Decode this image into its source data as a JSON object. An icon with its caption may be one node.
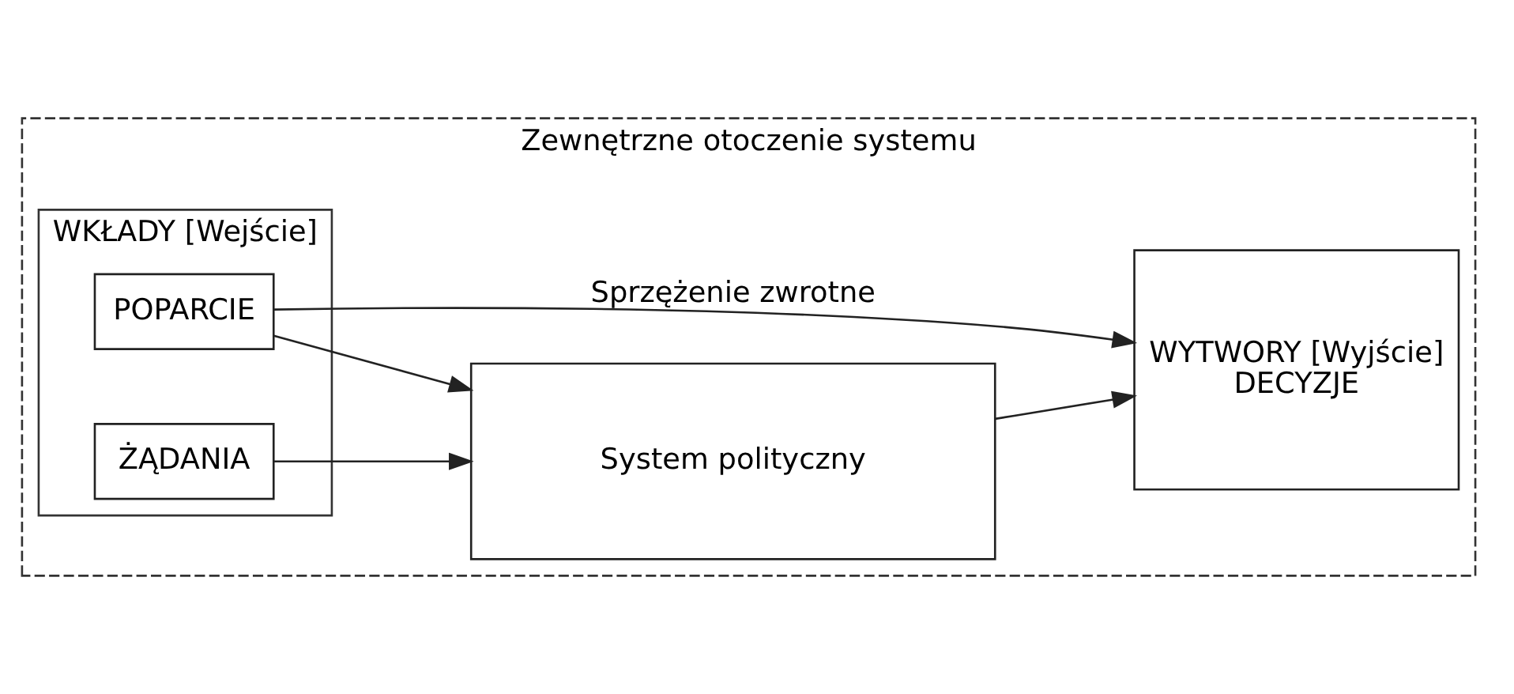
{
  "diagram": {
    "nodes": [
      {
        "text": [
          "Zewnętrzne otoczenie systemu"
        ]
      },
      {
        "text": [
          "WKŁADY [Wejście]"
        ],
        "in": 0
      },
      {
        "text": [
          "ŻĄDANIA"
        ],
        "in": 1
      },
      {
        "text": [
          "POPARCIE"
        ],
        "in": 1
      },
      {
        "text": [
          "System polityczny"
        ],
        "in": 0
      },
      {
        "text": [
          "WYTWORY [Wyjście]",
          "DECYZJE"
        ],
        "in": 0
      }
    ],
    "edges": [
      {
        "from": 2,
        "to": 4,
        "arrow": "to"
      },
      {
        "from": 3,
        "to": 4,
        "arrow": "to"
      },
      {
        "from": 4,
        "to": 5,
        "arrow": "to"
      },
      {
        "from": 3,
        "to": 5,
        "arrow": "to",
        "label": "Sprzężenie zwrotne"
      }
    ]
  }
}
